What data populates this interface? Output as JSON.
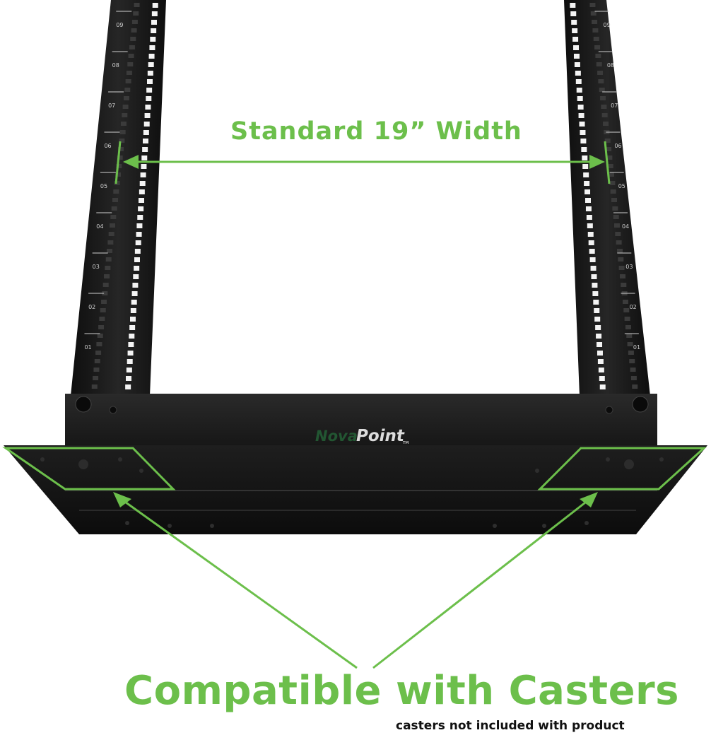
{
  "product_image": {
    "brand_logo": {
      "prefix": "Nova",
      "suffix": "Point",
      "mark": "TM"
    },
    "rack_unit_labels": [
      "09",
      "08",
      "07",
      "06",
      "05",
      "04",
      "03",
      "02",
      "01"
    ]
  },
  "annotations": {
    "width_label": "Standard 19” Width",
    "casters_headline": "Compatible with Casters",
    "casters_note": "casters not included with product"
  },
  "colors": {
    "accent_green": "#6cbf4b",
    "rack_black": "#141414",
    "background": "#ffffff"
  },
  "icons": [
    "double-arrow-icon",
    "callout-lines-icon"
  ]
}
